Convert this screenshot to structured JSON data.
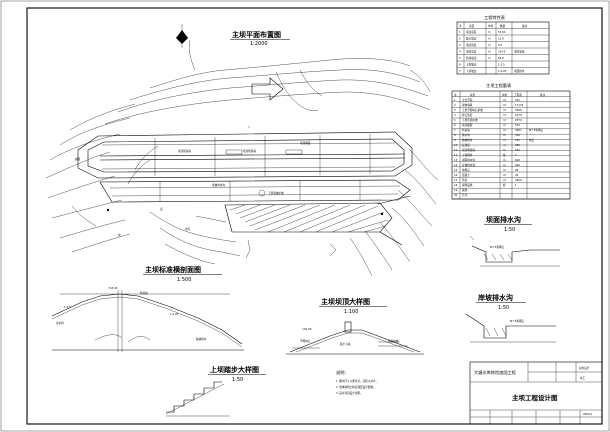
{
  "drawing": {
    "plan_title": "主坝平面布置图",
    "plan_scale": "1:2000",
    "section_title": "主坝标准横剖面图",
    "section_scale": "1:500",
    "crest_title": "主坝坝顶大样图",
    "crest_scale": "1:100",
    "step_title": "上坝踏步大样图",
    "step_scale": "1:50",
    "toe_title": "坝面排水沟",
    "toe_scale": "1:50",
    "foot_title": "岸坡排水沟",
    "foot_scale": "1:50",
    "notes_heading": "说明："
  },
  "char_table": {
    "title": "工程特性表"
  },
  "qty_table": {
    "title": "主坝工程量表"
  },
  "title_block": {
    "unit": "大塘水库除险加固工程",
    "stage_label": "初步设计",
    "part_label": "水工",
    "drawing_title": "主坝工程设计图",
    "date": "2009.4"
  }
}
